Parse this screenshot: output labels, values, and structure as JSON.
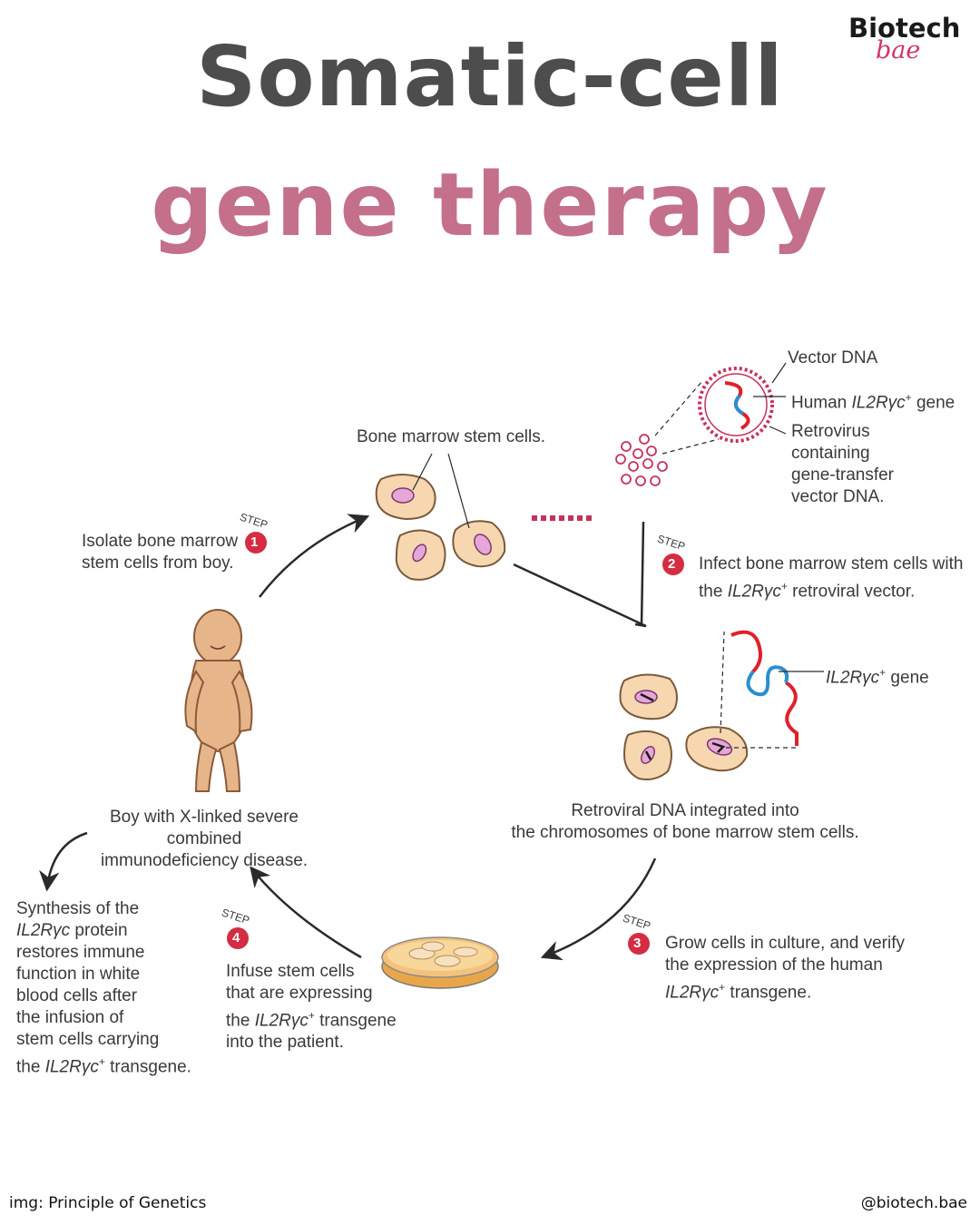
{
  "title": {
    "line1": "Somatic-cell",
    "line2": "gene therapy"
  },
  "logo": {
    "line1": "Biotech",
    "line2": "bae"
  },
  "labels": {
    "bone_marrow": "Bone marrow stem cells.",
    "vector_dna": "Vector DNA",
    "human_gene_prefix": "Human ",
    "gene_name": "IL2Rγc",
    "gene_sup": "+",
    "gene_suffix": " gene",
    "retrovirus": [
      "Retrovirus",
      "containing",
      "gene-transfer",
      "vector DNA."
    ],
    "step2_line1": "Infect bone marrow stem cells with",
    "step2_line2_prefix": "the ",
    "step2_line2_suffix": " retroviral vector.",
    "step1": [
      "Isolate bone marrow",
      "stem cells from boy."
    ],
    "il2_gene_suffix": " gene",
    "retroviral_integrated": [
      "Retroviral DNA integrated into",
      "the chromosomes of bone marrow stem cells."
    ],
    "boy": [
      "Boy with X-linked severe combined",
      "immunodeficiency disease."
    ],
    "step3": [
      "Grow cells in culture, and verify",
      "the expression of the human"
    ],
    "step3_line3_suffix": " transgene.",
    "step4": [
      "Infuse stem cells",
      "that are expressing"
    ],
    "step4_line3_prefix": "the ",
    "step4_line3_suffix": " transgene",
    "step4_line4": "into the patient.",
    "synthesis_line1": "Synthesis of the",
    "synthesis_gene": "IL2Rγc",
    "synthesis_line2_suffix": " protein",
    "synthesis_rest": [
      "restores immune",
      "function in white",
      "blood cells after",
      "the infusion of",
      "stem cells carrying"
    ],
    "synthesis_last_prefix": "the ",
    "synthesis_last_suffix": " transgene."
  },
  "steps": {
    "word": "STEP",
    "n1": "1",
    "n2": "2",
    "n3": "3",
    "n4": "4"
  },
  "footer": {
    "left": "img: Principle of Genetics",
    "right": "@biotech.bae"
  },
  "colors": {
    "title_gray": "#4d4d4d",
    "title_pink": "#c4708a",
    "step_red": "#d42c43",
    "dna_red": "#e0202a",
    "dna_blue": "#2a8fd0",
    "cell_fill": "#f6d7b0",
    "nucleus": "#e6a6d8"
  },
  "icons": [
    "boy-figure",
    "petri-dish",
    "retrovirus",
    "stem-cell"
  ]
}
